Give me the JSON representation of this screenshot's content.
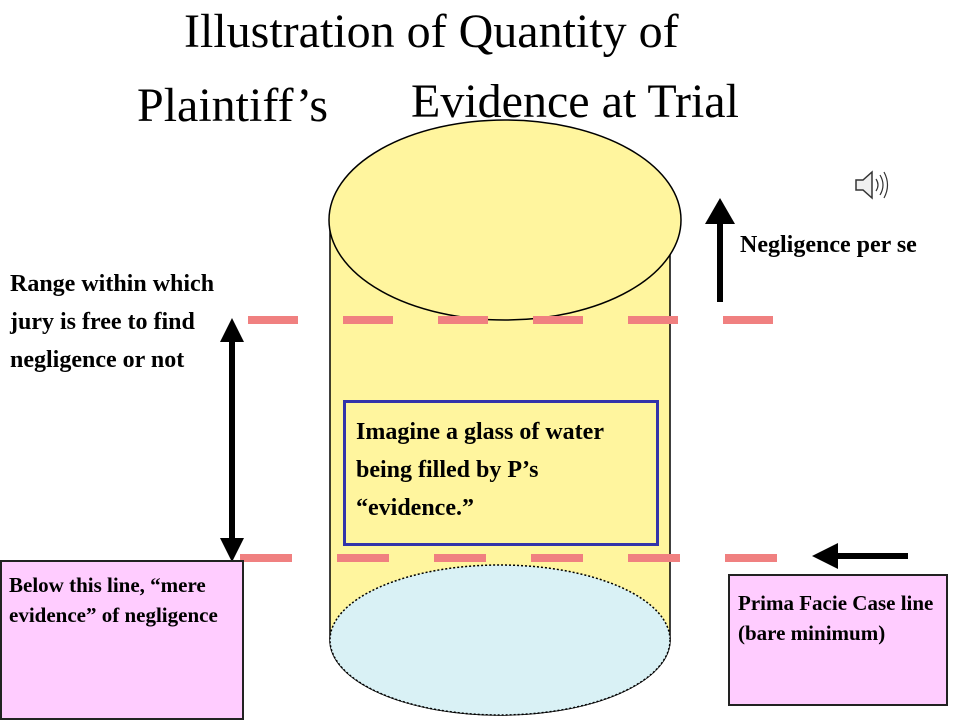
{
  "title": {
    "line1": "Illustration of Quantity of",
    "line2_left": "Plaintiff’s",
    "line2_right": "Evidence at Trial"
  },
  "labels": {
    "range": "Range within which jury is free to find negligence or not",
    "negligence_per_se": "Negligence per se",
    "imagine": "Imagine a glass of water being filled by P’s “evidence.”",
    "below_line": "Below this line, “mere evidence” of negligence",
    "prima_facie": "Prima Facie Case line (bare minimum)"
  },
  "icons": {
    "speaker": "speaker-icon"
  },
  "colors": {
    "cylinder_fill": "#fff59e",
    "water_fill": "#d9f1f5",
    "dashed_line": "#f08080",
    "box_border": "#3333aa",
    "pink_box": "#ffccff"
  }
}
